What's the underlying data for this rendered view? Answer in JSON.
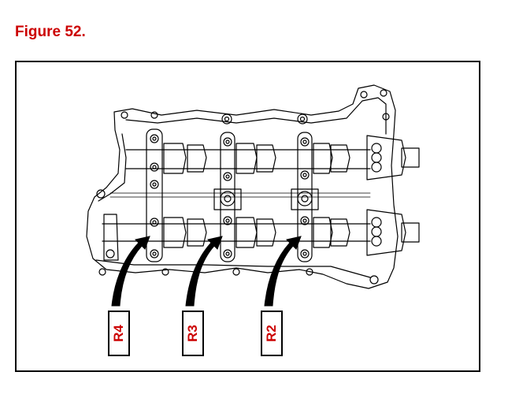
{
  "figure": {
    "title": "Figure 52.",
    "title_color": "#cc0000"
  },
  "callouts": [
    {
      "label": "R4",
      "color": "#cc0000"
    },
    {
      "label": "R3",
      "color": "#cc0000"
    },
    {
      "label": "R2",
      "color": "#cc0000"
    }
  ]
}
